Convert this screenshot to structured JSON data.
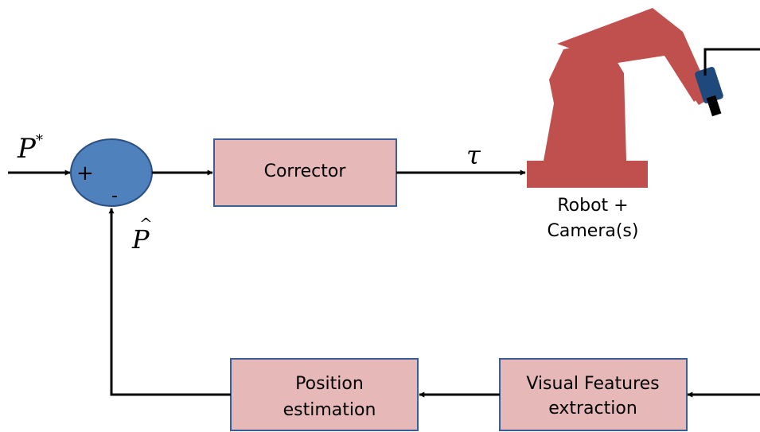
{
  "diagram": {
    "colors": {
      "block_fill": "#e6b9b8",
      "block_stroke": "#3a5f96",
      "summer_fill": "#4f81bd",
      "summer_stroke": "#2b4f82",
      "robot_fill": "#c0504d",
      "camera_fill": "#1f497d",
      "line": "#000000"
    },
    "summing_junction": {
      "plus_sign": "+",
      "minus_sign": "-"
    },
    "corrector": {
      "label": "Corrector"
    },
    "reference_signal": {
      "symbol": "P",
      "superscript": "*"
    },
    "control_signal": {
      "symbol": "τ"
    },
    "estimate_signal": {
      "symbol": "P",
      "accent": "^"
    },
    "robot": {
      "label_line1": "Robot +",
      "label_line2": "Camera(s)"
    },
    "visual_features": {
      "label_line1": "Visual Features",
      "label_line2": "extraction"
    },
    "position_estimation": {
      "label_line1": "Position",
      "label_line2": "estimation"
    }
  }
}
